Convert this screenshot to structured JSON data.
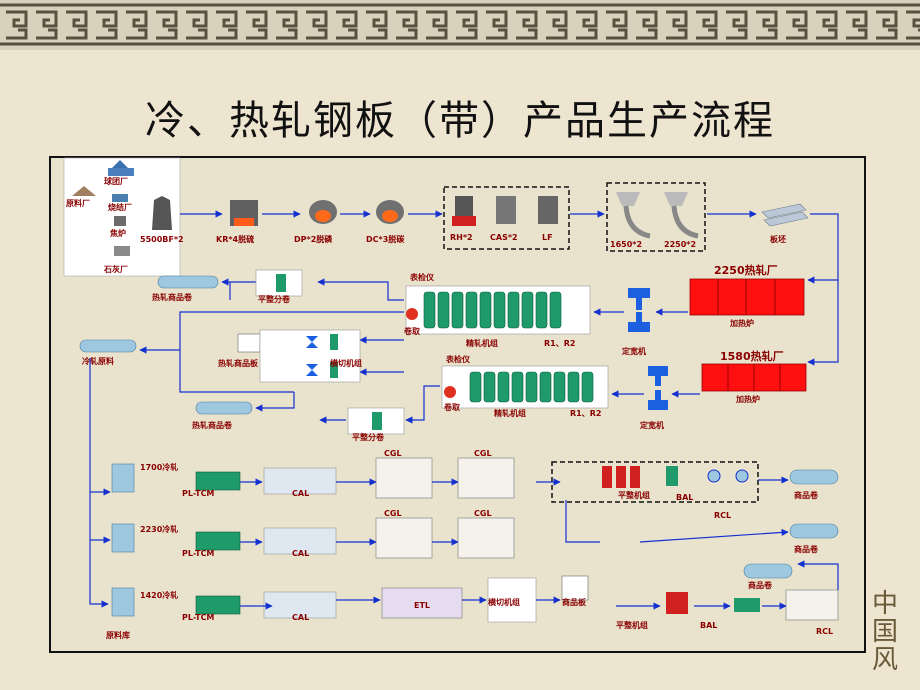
{
  "slide": {
    "title": "冷、热轧钢板（带）产品生产流程",
    "corner_stamp": "中国风",
    "colors": {
      "background": "#ede5cf",
      "flow_line": "#1530d0",
      "label": "#8a0000",
      "furnace": "#ff1010",
      "mill_green": "#1f9a6a"
    }
  },
  "diagram": {
    "raw_materials": [
      "球团厂",
      "原料厂",
      "烧结厂",
      "焦炉",
      "石灰厂"
    ],
    "steelmaking": [
      "5500BF*2",
      "KR*4脱硫",
      "DP*2脱磷",
      "DC*3脱碳"
    ],
    "refining": [
      "RH*2",
      "CAS*2",
      "LF"
    ],
    "casting": [
      "1650*2",
      "2250*2"
    ],
    "slab": "板坯",
    "hot_mill_2250": {
      "name": "2250热轧厂",
      "furnace": "加热炉",
      "sizing": "定宽机",
      "coiler": "卷取",
      "finishing": "精轧机组",
      "roughing": "R1、R2",
      "gauge": "表检仪"
    },
    "hot_mill_1580": {
      "name": "1580热轧厂",
      "furnace": "加热炉",
      "sizing": "定宽机",
      "coiler": "卷取",
      "finishing": "精轧机组",
      "roughing": "R1、R2",
      "gauge": "表检仪"
    },
    "hot_products": [
      "热轧商品卷",
      "平整分卷",
      "热轧商品板",
      "横切机组",
      "热轧商品卷",
      "平整分卷"
    ],
    "cold_material": "冷轧原料",
    "cold_lines": [
      {
        "mill": "1700冷轧",
        "pickling": "PL-TCM",
        "anneal": "CAL",
        "galv1": "CGL",
        "galv2": "CGL"
      },
      {
        "mill": "2230冷轧",
        "pickling": "PL-TCM",
        "anneal": "CAL",
        "galv1": "CGL",
        "galv2": "CGL"
      },
      {
        "mill": "1420冷轧",
        "pickling": "PL-TCM",
        "anneal": "CAL",
        "etl": "ETL",
        "shear": "横切机组",
        "plate": "商品板",
        "temper": "平整机组",
        "bal": "BAL",
        "rcl": "RCL"
      }
    ],
    "top_finish": {
      "temper": "平整机组",
      "bal": "BAL",
      "rcl": "RCL"
    },
    "products": [
      "商品卷",
      "商品卷",
      "商品卷"
    ],
    "coil_yard": "原料库"
  }
}
